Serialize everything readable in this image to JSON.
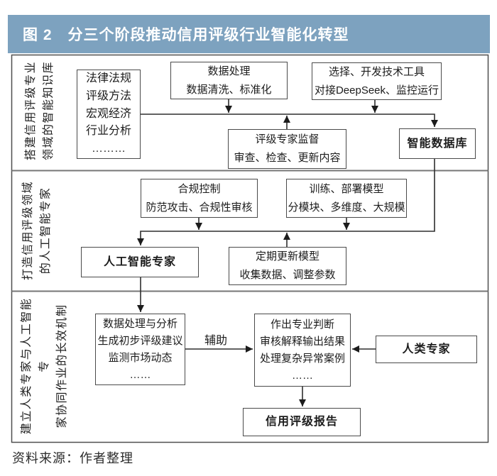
{
  "figure": {
    "label": "图 2",
    "title": "分三个阶段推动信用评级行业智能化转型"
  },
  "colors": {
    "title_bar_bg": "#7DA2BF",
    "title_text": "#FFFFFF",
    "box_border": "#4A4A4A",
    "connector": "#2E2E2E",
    "section_divider": "#767676"
  },
  "sections": [
    {
      "id": "stage1",
      "side_label": "搭建信用评级专业\n领域的智能知识库"
    },
    {
      "id": "stage2",
      "side_label": "打造信用评级领域\n的人工智能专家"
    },
    {
      "id": "stage3",
      "side_label": "建立人类专家与人工智能专\n家协同作业的长效机制"
    }
  ],
  "boxes": {
    "knowledge_source": "法律法规\n评级方法\n宏观经济\n行业分析\n………",
    "data_processing": "数据处理\n数据清洗、标准化",
    "tech_tools": "选择、开发技术工具\n对接DeepSeek、监控运行",
    "expert_supervision": "评级专家监督\n审查、检查、更新内容",
    "intelligent_database": "智能数据库",
    "compliance_control": "合规控制\n防范攻击、合规性审核",
    "model_training": "训练、部署模型\n分模块、多维度、大规模",
    "model_update": "定期更新模型\n收集数据、调整参数",
    "ai_expert": "人工智能专家",
    "ai_tasks": "数据处理与分析\n生成初步评级建议\n监测市场动态\n……",
    "human_tasks": "作出专业判断\n审核解释输出结果\n处理复杂异常案例\n……",
    "human_expert": "人类专家",
    "credit_report": "信用评级报告"
  },
  "edge_labels": {
    "assist": "辅助"
  },
  "caption": {
    "text": "资料来源：作者整理"
  }
}
